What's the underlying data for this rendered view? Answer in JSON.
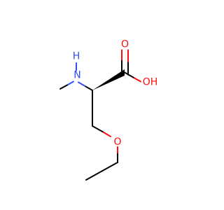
{
  "molecule": {
    "atoms": {
      "carbonyl_oxygen": {
        "label": "O",
        "color": "#ff0d0d"
      },
      "hydroxyl": {
        "label": "OH",
        "color": "#ff0d0d"
      },
      "amine_h": {
        "label": "H",
        "color": "#3050f8"
      },
      "amine_n": {
        "label": "N",
        "color": "#3050f8"
      },
      "ether_oxygen": {
        "label": "O",
        "color": "#ff0d0d"
      }
    },
    "colors": {
      "bond": "#000000",
      "oxygen": "#ff0d0d",
      "nitrogen": "#3050f8"
    }
  }
}
